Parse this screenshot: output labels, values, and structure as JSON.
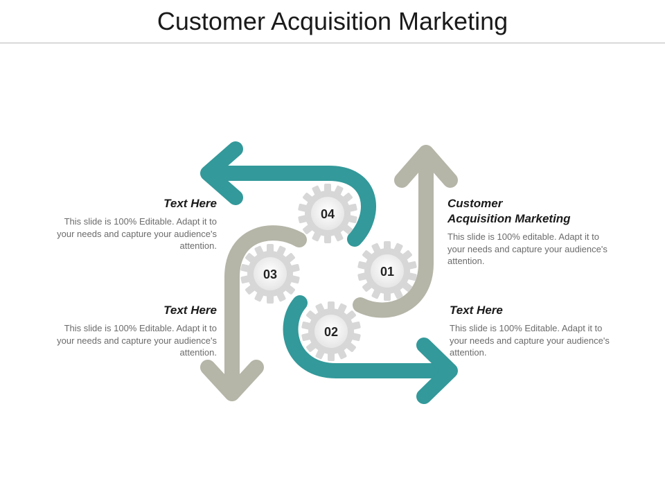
{
  "title": "Customer Acquisition  Marketing",
  "colors": {
    "teal": "#33999a",
    "gray": "#b5b5a8",
    "gear_outer": "#d7d7d7",
    "gear_inner": "#f2f2f2"
  },
  "gears": [
    {
      "label": "01",
      "arrow_color": "gray"
    },
    {
      "label": "02",
      "arrow_color": "teal"
    },
    {
      "label": "03",
      "arrow_color": "gray"
    },
    {
      "label": "04",
      "arrow_color": "teal"
    }
  ],
  "blocks": [
    {
      "heading": "Customer Acquisition Marketing",
      "heading_line1": "Customer",
      "heading_line2": "Acquisition Marketing",
      "body": "This slide is 100% editable. Adapt it to your needs and capture your audience's attention."
    },
    {
      "heading": "Text Here",
      "body": "This slide is 100% Editable. Adapt it to your needs and capture your audience's attention."
    },
    {
      "heading": "Text Here",
      "body": "This slide is 100% Editable. Adapt it to your needs and capture your audience's attention."
    },
    {
      "heading": "Text Here",
      "body": "This slide is 100% Editable. Adapt it to your needs and capture your audience's attention."
    }
  ]
}
